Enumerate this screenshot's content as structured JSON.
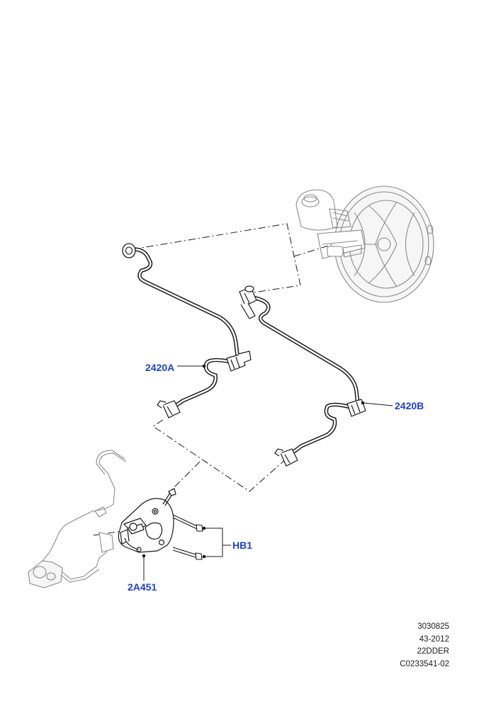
{
  "callouts": {
    "pipe_a": "2420A",
    "pipe_b": "2420B",
    "pump": "2A451",
    "bolts": "HB1"
  },
  "reference": [
    "3030825",
    "43-2012",
    "22DDER",
    "C0233541-02"
  ],
  "colors": {
    "callout": "#1f3fd6",
    "linework": "#1a1a1a",
    "ghost": "#888888"
  }
}
